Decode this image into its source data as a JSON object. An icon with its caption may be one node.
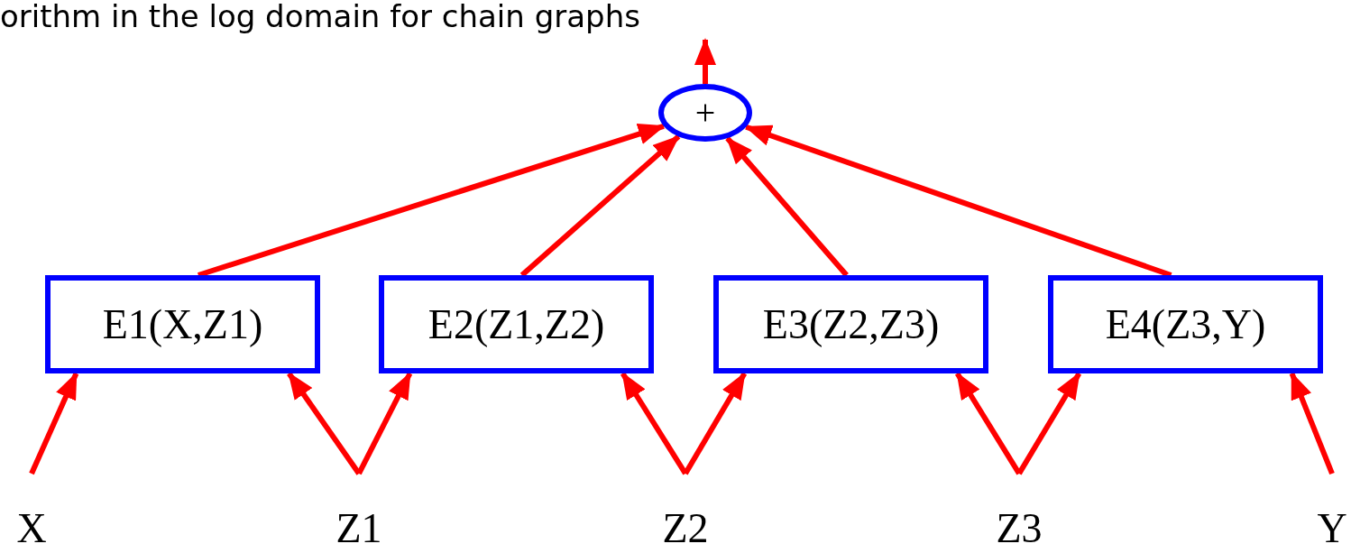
{
  "diagram": {
    "title": "orithm in the log domain for chain graphs",
    "nodes": [
      {
        "text": [
          "+"
        ]
      },
      {
        "text": [
          "E1(X,Z1)"
        ]
      },
      {
        "text": [
          "E2(Z1,Z2)"
        ]
      },
      {
        "text": [
          "E3(Z2,Z3)"
        ]
      },
      {
        "text": [
          "E4(Z3,Y)"
        ]
      },
      {
        "text": [
          "X"
        ]
      },
      {
        "text": [
          "Z1"
        ]
      },
      {
        "text": [
          "Z2"
        ]
      },
      {
        "text": [
          "Z3"
        ]
      },
      {
        "text": [
          "Y"
        ]
      }
    ],
    "edges": [
      {
        "from": 0,
        "to": null,
        "arrow": "to"
      },
      {
        "from": 1,
        "to": 0,
        "arrow": "to"
      },
      {
        "from": 2,
        "to": 0,
        "arrow": "to"
      },
      {
        "from": 3,
        "to": 0,
        "arrow": "to"
      },
      {
        "from": 4,
        "to": 0,
        "arrow": "to"
      },
      {
        "from": 5,
        "to": 1,
        "arrow": "to"
      },
      {
        "from": 6,
        "to": 1,
        "arrow": "to"
      },
      {
        "from": 6,
        "to": 2,
        "arrow": "to"
      },
      {
        "from": 7,
        "to": 2,
        "arrow": "to"
      },
      {
        "from": 7,
        "to": 3,
        "arrow": "to"
      },
      {
        "from": 8,
        "to": 3,
        "arrow": "to"
      },
      {
        "from": 8,
        "to": 4,
        "arrow": "to"
      },
      {
        "from": 9,
        "to": 4,
        "arrow": "to"
      }
    ]
  }
}
